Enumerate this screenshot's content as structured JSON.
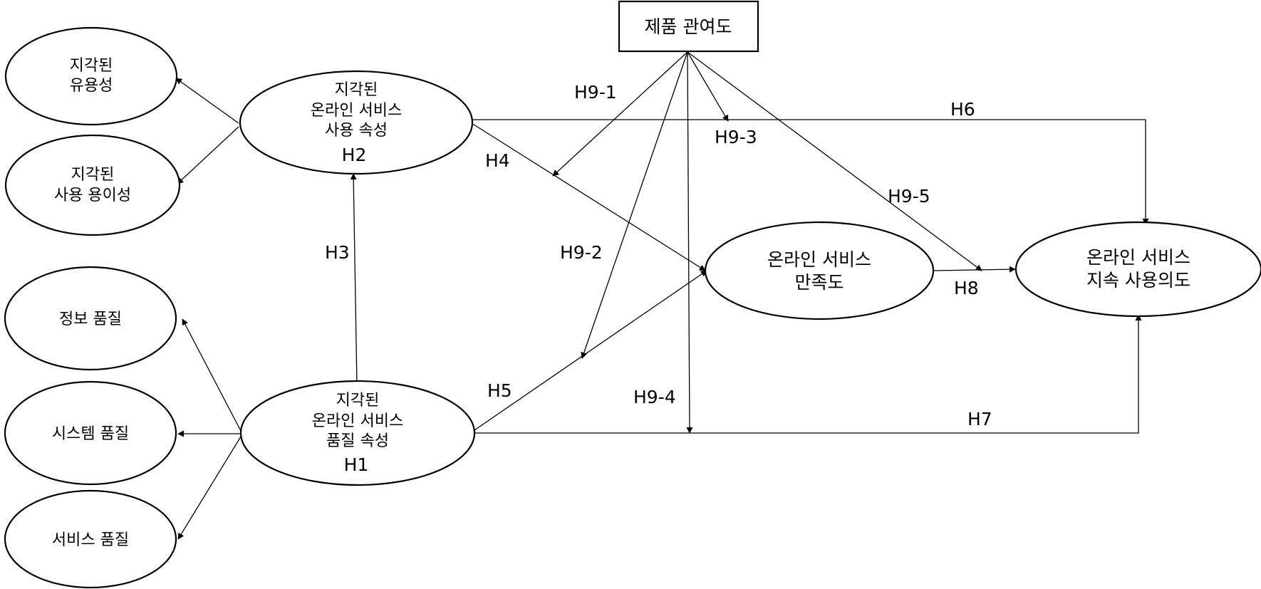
{
  "nodes": {
    "moderator": {
      "lines": [
        "제품 관여도"
      ]
    },
    "usefulness": {
      "lines": [
        "지각된",
        "유용성"
      ]
    },
    "ease": {
      "lines": [
        "지각된",
        "사용 용이성"
      ]
    },
    "use_attr": {
      "lines": [
        "지각된",
        "온라인 서비스",
        "사용 속성"
      ],
      "tag": "H2"
    },
    "info_q": {
      "lines": [
        "정보 품질"
      ]
    },
    "sys_q": {
      "lines": [
        "시스템 품질"
      ]
    },
    "svc_q": {
      "lines": [
        "서비스 품질"
      ]
    },
    "quality_attr": {
      "lines": [
        "지각된",
        "온라인 서비스",
        "품질 속성"
      ],
      "tag": "H1"
    },
    "satisfaction": {
      "lines": [
        "온라인 서비스",
        "만족도"
      ]
    },
    "continuance": {
      "lines": [
        "온라인 서비스",
        "지속 사용의도"
      ]
    }
  },
  "hypotheses": {
    "h3": "H3",
    "h4": "H4",
    "h5": "H5",
    "h6": "H6",
    "h7": "H7",
    "h8": "H8",
    "h9_1": "H9-1",
    "h9_2": "H9-2",
    "h9_3": "H9-3",
    "h9_4": "H9-4",
    "h9_5": "H9-5"
  }
}
